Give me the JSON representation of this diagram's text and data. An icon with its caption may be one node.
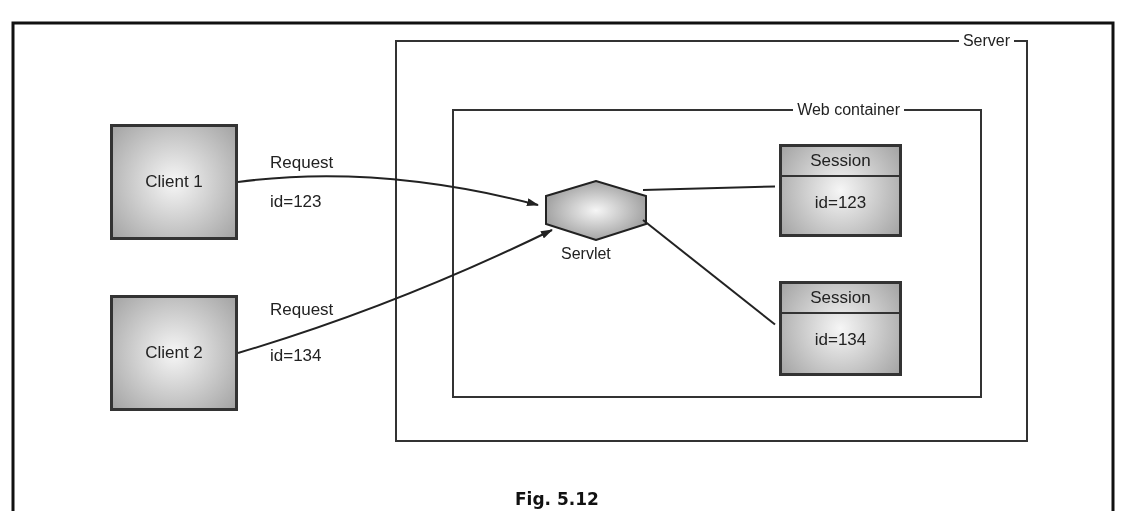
{
  "diagram": {
    "caption": "Fig. 5.12",
    "nodes": [
      {
        "text": [
          "Server"
        ]
      },
      {
        "text": [
          "Web container"
        ],
        "in": 0
      },
      {
        "text": [
          "Client 1"
        ]
      },
      {
        "text": [
          "Client 2"
        ]
      },
      {
        "text": [
          "Servlet"
        ],
        "in": 1
      },
      {
        "text": [
          "Session",
          "id=123"
        ],
        "in": 1
      },
      {
        "text": [
          "Session",
          "id=134"
        ],
        "in": 1
      }
    ],
    "edges": [
      {
        "from": 2,
        "to": 4,
        "arrow": "to",
        "label": "Request"
      },
      {
        "from": 3,
        "to": 4,
        "arrow": "to",
        "label": "Request"
      },
      {
        "from": 4,
        "to": 5,
        "arrow": "none"
      },
      {
        "from": 4,
        "to": 6,
        "arrow": "none"
      }
    ],
    "labels": [
      "id=123",
      "id=134"
    ]
  }
}
